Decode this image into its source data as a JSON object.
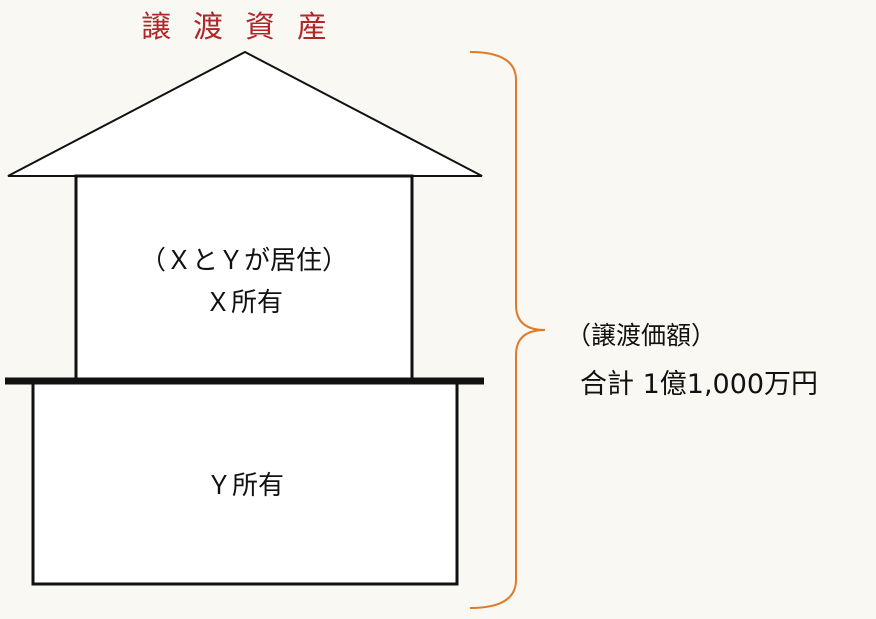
{
  "title": "譲渡資産",
  "upper_unit": {
    "residents": "（ＸとＹが居住）",
    "owner": "Ｘ所有"
  },
  "lower_unit": {
    "owner": "Ｙ所有"
  },
  "price": {
    "label": "（譲渡価額）",
    "value": "合計 1億1,000万円"
  },
  "colors": {
    "title": "#b0262a",
    "brace": "#e07a2a"
  }
}
